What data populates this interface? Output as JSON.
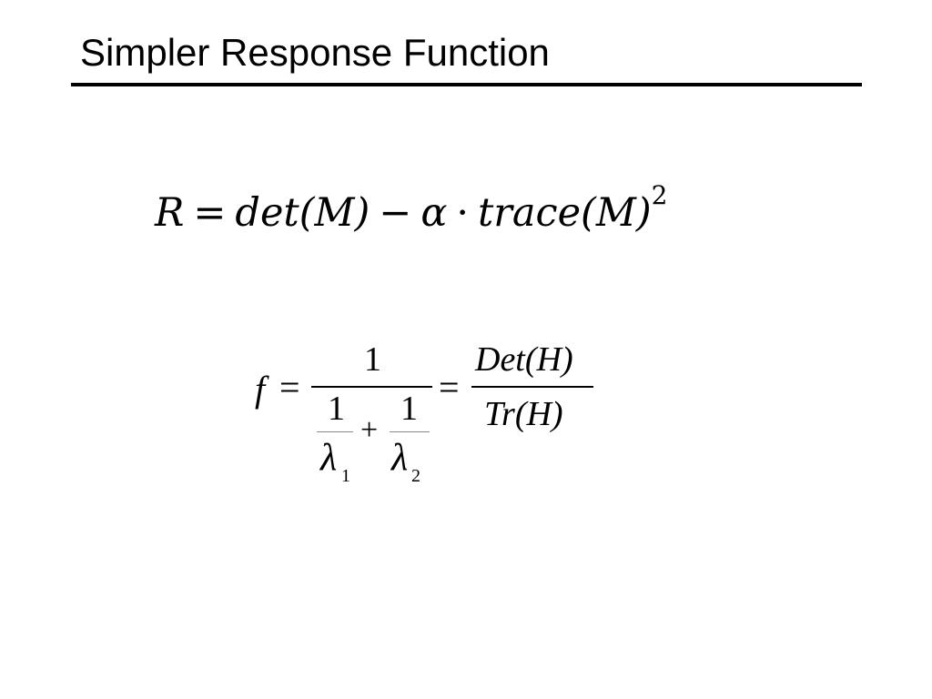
{
  "slide": {
    "title": "Simpler Response Function"
  },
  "equation_1": {
    "lhs": "R",
    "equals": "=",
    "det_fn": "det",
    "det_arg": "(M)",
    "minus": "−",
    "alpha": "α",
    "cdot": "·",
    "trace_fn": "trace",
    "trace_arg": "(M)",
    "exponent": "2"
  },
  "equation_2": {
    "lhs": "f",
    "equals_1": "=",
    "numerator": "1",
    "inv1_num": "1",
    "lambda_1": "λ",
    "sub_1": "1",
    "plus": "+",
    "inv2_num": "1",
    "lambda_2": "λ",
    "sub_2": "2",
    "equals_2": "=",
    "rhs_numerator": "Det(H)",
    "rhs_denominator": "Tr(H)"
  }
}
